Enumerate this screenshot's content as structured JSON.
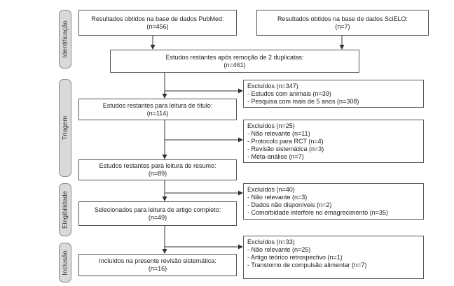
{
  "stages": {
    "identificacao": "Identificação",
    "triagem": "Triagem",
    "elegibilidade": "Elegibilidade",
    "inclusao": "Inclusão"
  },
  "boxes": {
    "pubmed": {
      "line1": "Resultados obtidos na base de dados PubMed:",
      "line2": "(n=456)"
    },
    "scielo": {
      "line1": "Resultados obtidos na base de dados SciELO:",
      "line2": "(n=7)"
    },
    "duplicatas": {
      "line1": "Estudos restantes após remoção de 2 duplicatas:",
      "line2": "(n=461)"
    },
    "titulo": {
      "line1": "Estudos restantes para leitura de título:",
      "line2": "(n=114)"
    },
    "resumo": {
      "line1": "Estudos restantes para leitura de resumo:",
      "line2": "(n=89)"
    },
    "completo": {
      "line1": "Selecionados para leitura de artigo completo:",
      "line2": "(n=49)"
    },
    "incluidos": {
      "line1": "Incluídos na presente revisão sistemática:",
      "line2": "(n=16)"
    }
  },
  "exclusions": {
    "e1": [
      "Excluídos (n=347)",
      "- Estudos com animais (n=39)",
      "- Pesquisa com mais de 5 anos (n=308)"
    ],
    "e2": [
      "Excluídos (n=25)",
      "- Não relevante (n=11)",
      "- Protocolo para RCT (n=4)",
      "- Revisão sistemática (n=3)",
      "- Meta-análise (n=7)"
    ],
    "e3": [
      "Excluídos (n=40)",
      "- Não relevante (n=3)",
      "- Dados não disponíveis (n=2)",
      "- Comorbidade interfere no emagrecimento (n=35)"
    ],
    "e4": [
      "Excluídos (n=33)",
      "- Não relevante (n=25)",
      "- Artigo teórico retrospectivo (n=1)",
      "- Transtorno de compulsão alimentar (n=7)"
    ]
  }
}
